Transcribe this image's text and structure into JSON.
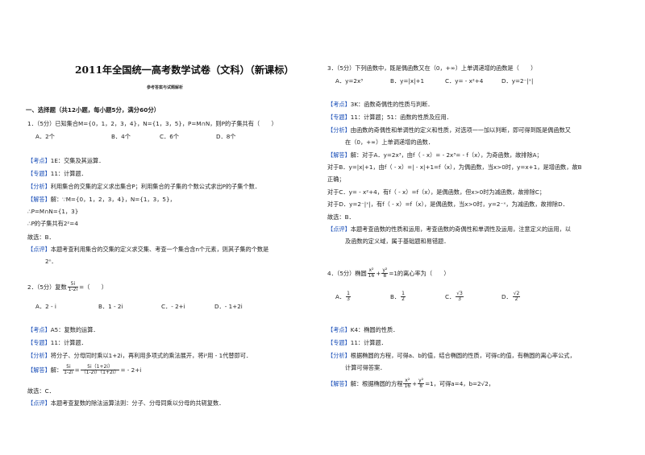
{
  "doc": {
    "title": "2011年全国统一高考数学试卷（文科）（新课标）",
    "subtitle": "参考答案与试题解析",
    "section": "一、选择题（共12小题，每小题5分，满分60分）"
  },
  "labels": {
    "kaodian": "【考点】",
    "zhuanti": "【专题】",
    "fenxi": "【分析】",
    "jieda": "【解答】",
    "dianping": "【点评】"
  },
  "q1": {
    "stem": "1．（5分）已知集合M={0，1，2，3，4}，N={1，3，5}，P=M∩N，则P的子集共有（　　）",
    "options": [
      "A．2个",
      "B．4个",
      "C．6个",
      "D．8个"
    ],
    "kaodian": "1E：交集及其运算．",
    "zhuanti": "11：计算题．",
    "fenxi": "利用集合的交集的定义求出集合P；利用集合的子集的个数公式求出P的子集个数．",
    "jieda_1": "解：∵M={0，1，2，3，4}，N={1，3，5}，",
    "jieda_2": "∴P=M∩N={1，3}",
    "jieda_3": "∴P的子集共有2²=4",
    "answer": "故选：B．",
    "dianping_1": "本题考查利用集合的交集的定义求交集、考查一个集合含n个元素，则其子集的个数是",
    "dianping_2": "2ⁿ．"
  },
  "q2": {
    "stem_prefix": "2．（5分）复数",
    "frac_num": "5i",
    "frac_den": "1-2i",
    "stem_suffix": "=（　　）",
    "options": [
      "A．2 - i",
      "B．1 - 2i",
      "C．- 2+i",
      "D．- 1+2i"
    ],
    "kaodian": "A5：复数的运算．",
    "zhuanti": "11：计算题．",
    "fenxi": "将分子、分母同时乘以1+2i，再利用多项式的乘法展开，将i²用 - 1代替即可．",
    "jieda_prefix": "解：",
    "f1_num": "5i",
    "f1_den": "1-2i",
    "f2_num": "5i（1+2i）",
    "f2_den": "（1-2i）（1+2i）",
    "jieda_suffix": "= - 2+i",
    "answer": "故选：C．",
    "dianping": "本题考查复数的除法运算法则：分子、分母同乘以分母的共轭复数．"
  },
  "q3": {
    "stem": "3．（5分）下列函数中，既是偶函数又在（0，+∞）上单调递增的函数是（　　）",
    "options": [
      "A．y=2x³",
      "B．y=|x|+1",
      "C．y= - x²+4",
      "D．y=2⁻|ˣ|"
    ],
    "kaodian": "3K：函数奇偶性的性质与判断．",
    "zhuanti": "11：计算题；51：函数的性质及应用．",
    "fenxi_1": "由函数的奇偶性和单调性的定义和性质，对选项一一加以判断，即可得到既是偶函数又",
    "fenxi_2": "在（0，+∞）上单调递增的函数．",
    "jieda_1": "解：对于A．y=2x³，由f（ - x）= - 2x³= - f（x），为奇函数，故排除A；",
    "jieda_2": "对于B．y=|x|+1，由f（ - x）=| - x|+1=f（x），为偶函数，当x>0时，y=x+1，是增函数，故B",
    "jieda_3": "正确；",
    "jieda_4": "对于C．y= - x²+4，有f（ - x）=f（x），是偶函数，但x>0时为减函数，故排除C；",
    "jieda_5": "对于D．y=2⁻|ˣ|，有f（ - x）=f（x），是偶函数，当x>0时，y=2⁻ˣ，为减函数，故排除D．",
    "answer": "故选：B．",
    "dianping_1": "本题考查函数的性质和运用，考查函数的奇偶性和单调性及运用，注意定义的运用，以",
    "dianping_2": "及函数的定义域，属于基础题和易错题．"
  },
  "q4": {
    "stem_prefix": "4．（5分）椭圆",
    "fa_num": "x²",
    "fa_den": "16",
    "fb_num": "y²",
    "fb_den": "8",
    "stem_suffix": "=1的离心率为（　　）",
    "options": [
      {
        "letter": "A．",
        "num": "1",
        "den": "3"
      },
      {
        "letter": "B．",
        "num": "1",
        "den": "2"
      },
      {
        "letter": "C．",
        "num": "√3",
        "den": "3"
      },
      {
        "letter": "D．",
        "num": "√2",
        "den": "2"
      }
    ],
    "kaodian": "K4：椭圆的性质．",
    "zhuanti": "11：计算题．",
    "fenxi_1": "根据椭圆的方程，可得a、b的值，结合椭圆的性质，可得c的值，有椭圆的离心率公式，",
    "fenxi_2": "计算可得答案．",
    "jieda_prefix": "解：根据椭圆的方程",
    "jieda_suffix": "=1，可得a=4，b=2√2，"
  }
}
